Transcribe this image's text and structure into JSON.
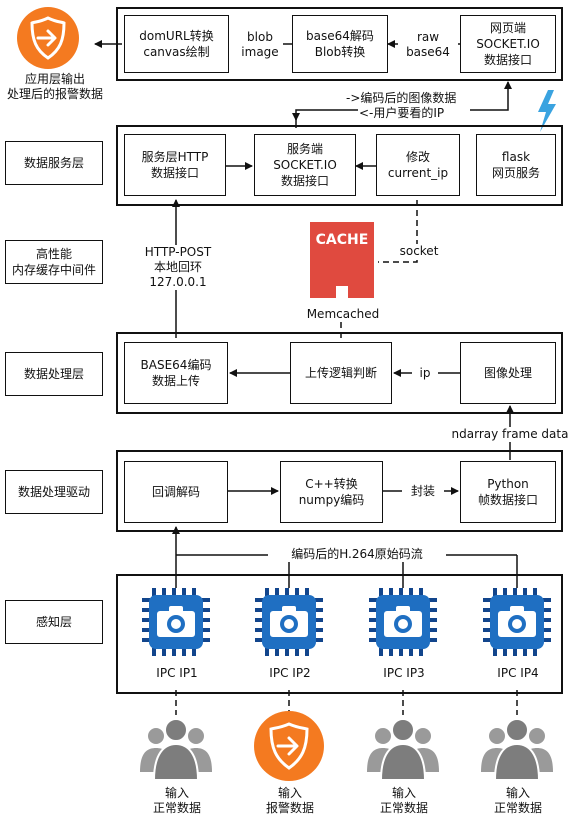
{
  "top_left": {
    "caption": "应用层输出\n处理后的报警数据"
  },
  "web_row": {
    "dom_box": "domURL转换\ncanvas绘制",
    "blob_label": "blob\nimage",
    "b64_box": "base64解码\nBlob转换",
    "raw_label": "raw\nbase64",
    "socket_box": "网页端\nSOCKET.IO\n数据接口"
  },
  "exchange_labels": {
    "down": "->编码后的图像数据",
    "up": "<-用户要看的IP"
  },
  "service_layer": {
    "name": "数据服务层",
    "http_box": "服务层HTTP\n数据接口",
    "socket_box": "服务端\nSOCKET.IO\n数据接口",
    "modify_box": "修改\ncurrent_ip",
    "flask_box": "flask\n网页服务"
  },
  "middleware": {
    "name": "高性能\n内存缓存中间件",
    "http_post_label": "HTTP-POST\n本地回环\n127.0.0.1",
    "cache_text": "CACHE",
    "cache_caption": "Memcached",
    "socket_label": "socket"
  },
  "processing_layer": {
    "name": "数据处理层",
    "b64_box": "BASE64编码\n数据上传",
    "upload_box": "上传逻辑判断",
    "ip_label": "ip",
    "image_box": "图像处理"
  },
  "frame_label": "ndarray frame data",
  "driver_layer": {
    "name": "数据处理驱动",
    "callback_box": "回调解码",
    "cpp_box": "C++转换\nnumpy编码",
    "pack_label": "封装",
    "python_box": "Python\n帧数据接口"
  },
  "stream_label": "编码后的H.264原始码流",
  "sensing_layer": {
    "name": "感知层",
    "cameras": [
      {
        "ipc": "IPC",
        "ip": "IP1"
      },
      {
        "ipc": "IPC",
        "ip": "IP2"
      },
      {
        "ipc": "IPC",
        "ip": "IP3"
      },
      {
        "ipc": "IPC",
        "ip": "IP4"
      }
    ]
  },
  "inputs": [
    {
      "type": "people",
      "label": "输入\n正常数据"
    },
    {
      "type": "alarm",
      "label": "输入\n报警数据"
    },
    {
      "type": "people",
      "label": "输入\n正常数据"
    },
    {
      "type": "people",
      "label": "输入\n正常数据"
    }
  ],
  "colors": {
    "chip_blue": "#1f6fc2",
    "chip_dark": "#12458c",
    "alarm_orange": "#f47a20",
    "cache_red": "#e04a3f",
    "bolt_blue": "#3aa3e0",
    "person_gray": "#9a9a9a"
  }
}
